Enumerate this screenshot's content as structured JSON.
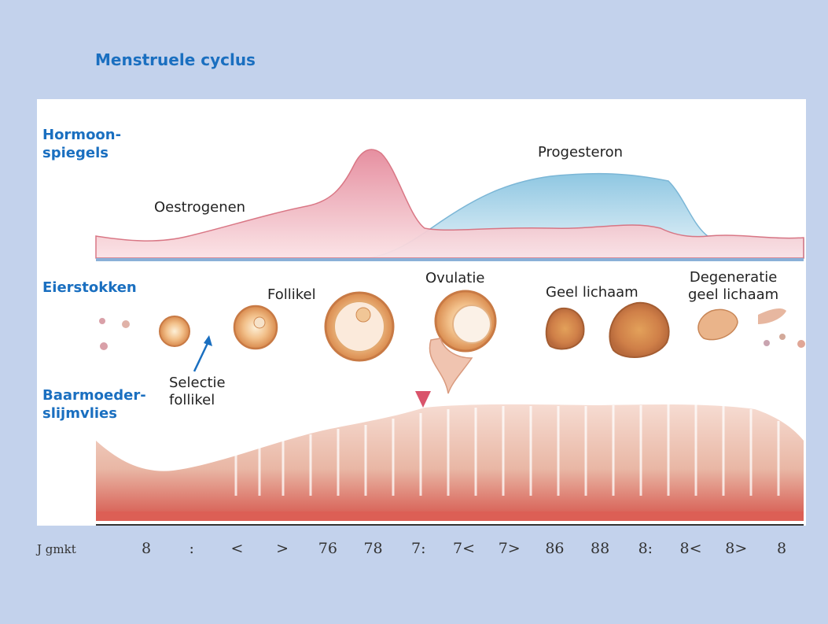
{
  "title": "Menstruele cyclus",
  "sections": {
    "hormones": [
      "Hormoon-",
      "spiegels"
    ],
    "ovaries": "Eierstokken",
    "endometrium": [
      "Baarmoeder-",
      "slijmvlies"
    ]
  },
  "annotations": {
    "progesterone": "Progesteron",
    "estrogen": "Oestrogenen",
    "follicle": "Follikel",
    "ovulation": "Ovulatie",
    "corpus_luteum": "Geel lichaam",
    "degeneration": [
      "Degeneratie",
      "geel lichaam"
    ],
    "selection": [
      "Selectie",
      "follikel"
    ]
  },
  "axis": {
    "label": "J gmkt",
    "ticks": [
      "8",
      ":",
      "<",
      ">",
      "76",
      "78",
      "7:",
      "7<",
      "7>",
      "86",
      "88",
      "8:",
      "8<",
      "8>",
      "8"
    ]
  },
  "colors": {
    "background": "#c3d2ec",
    "title": "#1a6fc0",
    "estrogen": "#e58a9c",
    "progesterone": "#9fd0e6",
    "tissue": "#e9bfae"
  },
  "icons": [
    "selection-arrow-icon",
    "ovulation-arrow-icon"
  ]
}
